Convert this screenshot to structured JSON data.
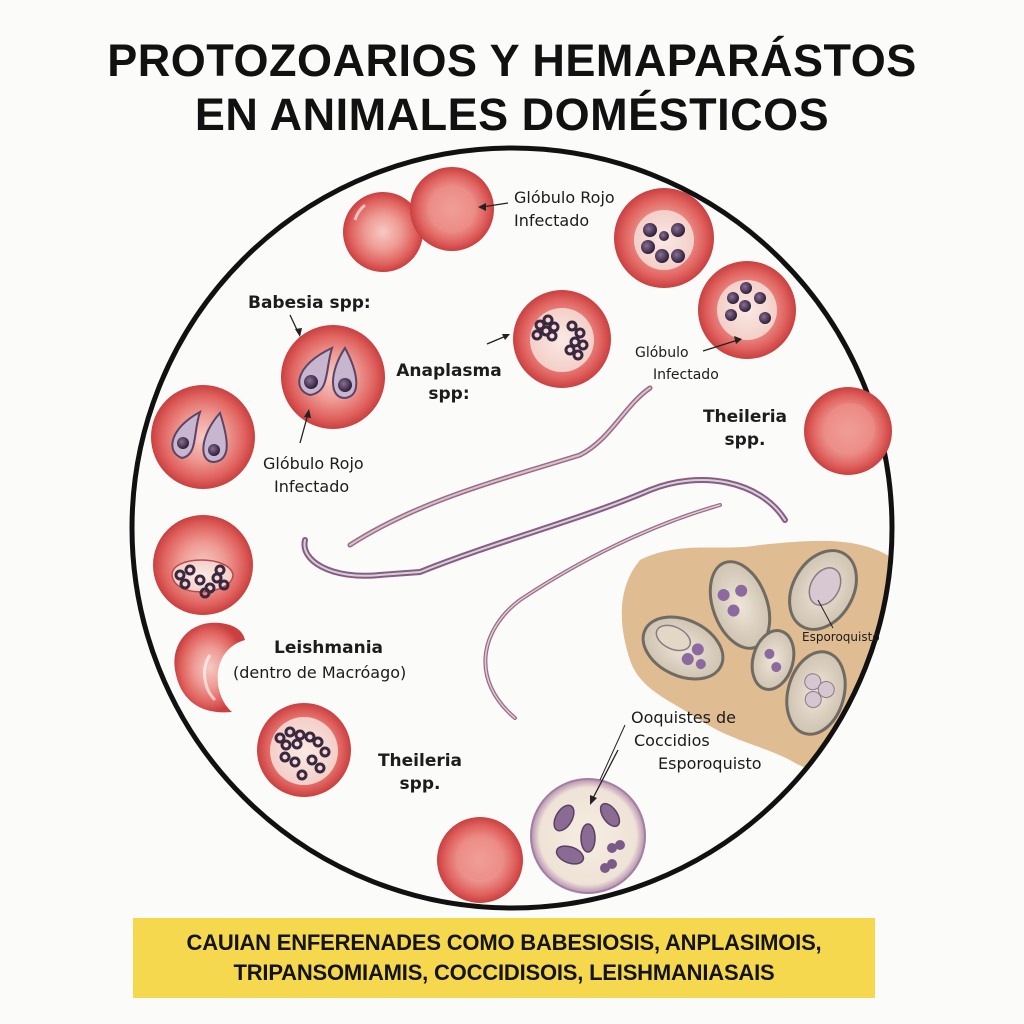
{
  "title": {
    "line1": "PROTOZOARIOS Y HEMAPARÁSTOS",
    "line2": "EN ANIMALES DOMÉSTICOS"
  },
  "labels": {
    "rbc_infected_top": [
      "Glóbulo Rojo",
      "Infectado"
    ],
    "babesia": "Babesia spp:",
    "rbc_infected_babesia": [
      "Glóbulo Rojo",
      "Infectado"
    ],
    "anaplasma": [
      "Anaplasma",
      "spp:"
    ],
    "globulo_infectado_right": [
      "Glóbulo",
      "Infectado"
    ],
    "theileria_right": [
      "Theileria",
      "spp."
    ],
    "leishmania": "Leishmania",
    "leishmania_note": "(dentro de Macróago)",
    "theileria_bottom": [
      "Theileria",
      "spp."
    ],
    "esporoquisto_small": "Esporoquisto",
    "ooquistes": [
      "Ooquistes de",
      "Coccidios",
      "Esporoquisto"
    ]
  },
  "banner": {
    "line1": "CAUIAN ENFERENADES COMO BABESIOSIS, ANPLASIMOIS,",
    "line2": "TRIPANSOMIAMIS, COCCIDISOIS, LEISHMANIASAIS"
  },
  "colors": {
    "banner_bg": "#f6d84e",
    "rbc": "#e0575a",
    "parasite": "#4a3050",
    "stool": "#d9b07e",
    "circle_border": "#111111"
  }
}
